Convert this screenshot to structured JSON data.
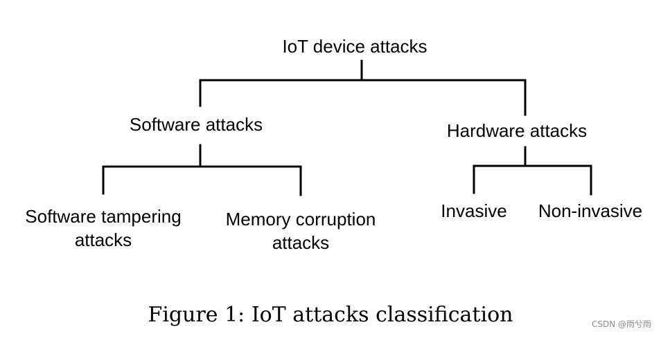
{
  "root": {
    "label": "IoT device attacks"
  },
  "software": {
    "label": "Software attacks",
    "children": [
      {
        "label": "Software tampering attacks"
      },
      {
        "label": "Memory corruption attacks"
      }
    ]
  },
  "hardware": {
    "label": "Hardware attacks",
    "children": [
      {
        "label": "Invasive"
      },
      {
        "label": "Non-invasive"
      }
    ]
  },
  "caption": "Figure 1: IoT attacks classification",
  "watermark": "CSDN @雨兮雨"
}
